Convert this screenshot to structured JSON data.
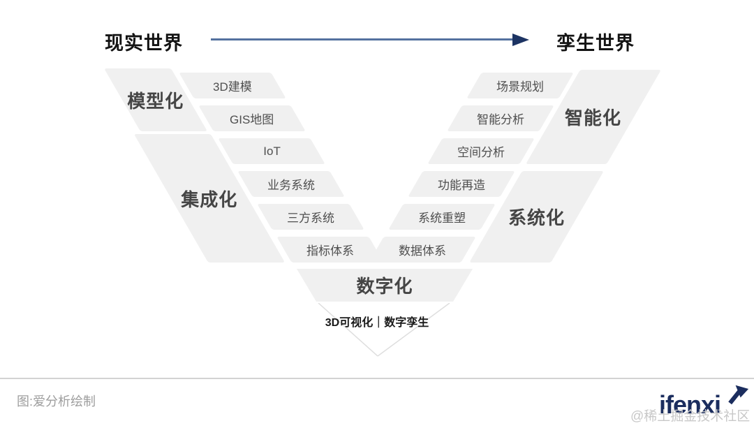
{
  "header": {
    "left_label": "现实世界",
    "right_label": "孪生世界"
  },
  "diagram": {
    "left_groups": [
      {
        "label": "模型化",
        "items": [
          "3D建模",
          "GIS地图"
        ]
      },
      {
        "label": "集成化",
        "items": [
          "IoT",
          "业务系统",
          "三方系统",
          "指标体系"
        ]
      }
    ],
    "right_groups": [
      {
        "label": "智能化",
        "items": [
          "场景规划",
          "智能分析",
          "空间分析"
        ]
      },
      {
        "label": "系统化",
        "items": [
          "功能再造",
          "系统重塑",
          "数据体系"
        ]
      }
    ],
    "bottom": {
      "label": "数字化",
      "sub_label": "3D可视化｜数字孪生"
    }
  },
  "footer": {
    "caption": "图:爱分析绘制",
    "logo": "ifenxi",
    "watermark": "@稀土掘金技术社区"
  },
  "colors": {
    "shape_fill": "#f0f0f0",
    "arrow_line": "#54719f",
    "arrow_head": "#1d3463",
    "logo_navy": "#1b2d5e"
  }
}
